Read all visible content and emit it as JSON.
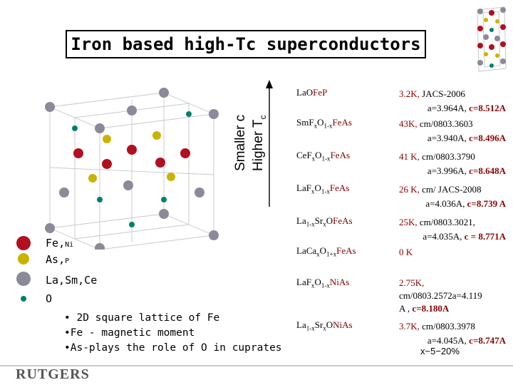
{
  "title": "Iron based high-Tc superconductors",
  "axis_labels": {
    "smaller": "Smaller c",
    "higher": "Higher T",
    "higher_sub": "c"
  },
  "legend": [
    {
      "name": "Fe",
      "suffix": "Ni",
      "color": "#b01020"
    },
    {
      "name": "As",
      "suffix": "P",
      "color": "#c8b400"
    },
    {
      "name": "La,Sm,Ce",
      "suffix": "",
      "color": "#8a8a99"
    },
    {
      "name": "O",
      "suffix": "",
      "color": "#00806a"
    }
  ],
  "bullets": [
    "• 2D square lattice of Fe",
    "•Fe - magnetic moment",
    "•As-plays the role of O in cuprates"
  ],
  "rows": [
    {
      "formula": "LaOFeP",
      "tc": "3.2K,",
      "ref": "JACS-2006",
      "lattice": "a=3.964A,",
      "c": "c=8.512A"
    },
    {
      "formula": "SmFxO1-xFeAs",
      "tc": "43K,",
      "ref": "cm/0803.3603",
      "lattice": "a=3.940A,",
      "c": "c=8.496A"
    },
    {
      "formula": "CeFxO1-xFeAs",
      "tc": "41 K,",
      "ref": "cm/0803.3790",
      "lattice": "a=3.996A,",
      "c": "c=8.648A"
    },
    {
      "formula": "LaFxO1-xFeAs",
      "tc": "26 K,",
      "ref": "cm/ JACS-2008",
      "lattice": "a=4.036A,",
      "c": "c=8.739 A"
    },
    {
      "formula": "La1-xSrxOFeAs",
      "tc": "25K,",
      "ref": "cm/0803.3021,",
      "lattice": "a=4.035A,",
      "c": "c = 8.771A"
    },
    {
      "formula": "LaCaxO1+xFeAs",
      "tc": "0 K",
      "ref": "",
      "lattice": "",
      "c": ""
    },
    {
      "formula": "LaFxO1-xNiAs",
      "tc": "2.75K,",
      "ref": "cm/0803.2572a=4.119",
      "lattice": "A ,",
      "c": "c=8.180A"
    },
    {
      "formula": "La1-xSrxONiAs",
      "tc": "3.7K,",
      "ref": "cm/0803.3978",
      "lattice": "a=4.045A,",
      "c": "c=8.747A"
    }
  ],
  "x_note": "x~5−20%",
  "logo": "RUTGERS",
  "colors": {
    "fe": "#b01020",
    "as": "#c8b400",
    "la": "#8a8a99",
    "o": "#00806a",
    "accent": "#8b0000"
  }
}
